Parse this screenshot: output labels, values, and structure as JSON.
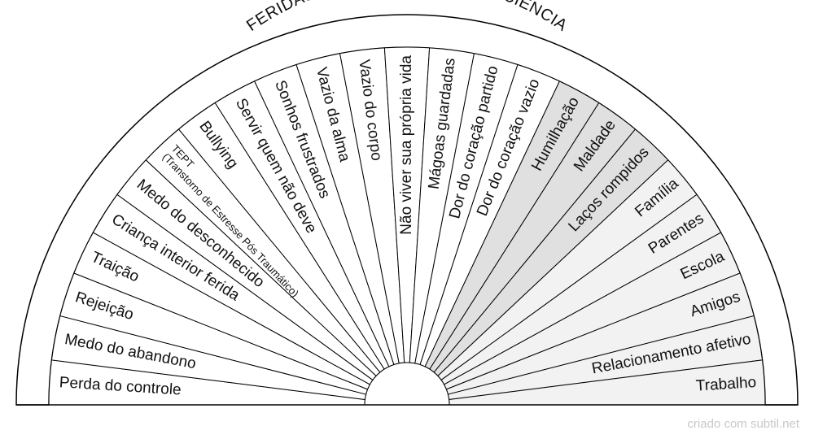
{
  "title": "FERIDAS EMOCIONAIS - NEUROCIÊNCIA",
  "credit": "criado com subtil.net",
  "colors": {
    "white": "#ffffff",
    "mid_gray": "#e0e0e0",
    "light_gray": "#f2f2f2",
    "stroke": "#000000"
  },
  "segments": [
    {
      "label": "Perda do controle",
      "shade": "white"
    },
    {
      "label": "Medo do abandono",
      "shade": "white"
    },
    {
      "label": "Rejeição",
      "shade": "white"
    },
    {
      "label": "Traição",
      "shade": "white"
    },
    {
      "label": "Criança interior ferida",
      "shade": "white"
    },
    {
      "label": "Medo do desconhecido",
      "shade": "white"
    },
    {
      "label": "TEPT",
      "sublabel": "(Transtorno de Estresse Pós Traumático)",
      "shade": "white"
    },
    {
      "label": "Bullying",
      "shade": "white"
    },
    {
      "label": "Servir quem não deve",
      "shade": "white"
    },
    {
      "label": "Sonhos frustrados",
      "shade": "white"
    },
    {
      "label": "Vazio da alma",
      "shade": "white"
    },
    {
      "label": "Vazio do corpo",
      "shade": "white"
    },
    {
      "label": "Não viver sua própria vida",
      "shade": "white"
    },
    {
      "label": "Mágoas guardadas",
      "shade": "white"
    },
    {
      "label": "Dor do coração partido",
      "shade": "white"
    },
    {
      "label": "Dor do coração vazio",
      "shade": "white"
    },
    {
      "label": "Humilhação",
      "shade": "mid_gray"
    },
    {
      "label": "Maldade",
      "shade": "mid_gray"
    },
    {
      "label": "Laços rompidos",
      "shade": "mid_gray"
    },
    {
      "label": "Família",
      "shade": "light_gray"
    },
    {
      "label": "Parentes",
      "shade": "light_gray"
    },
    {
      "label": "Escola",
      "shade": "light_gray"
    },
    {
      "label": "Amigos",
      "shade": "light_gray"
    },
    {
      "label": "Relacionamento afetivo",
      "shade": "light_gray"
    },
    {
      "label": "Trabalho",
      "shade": "light_gray"
    }
  ]
}
